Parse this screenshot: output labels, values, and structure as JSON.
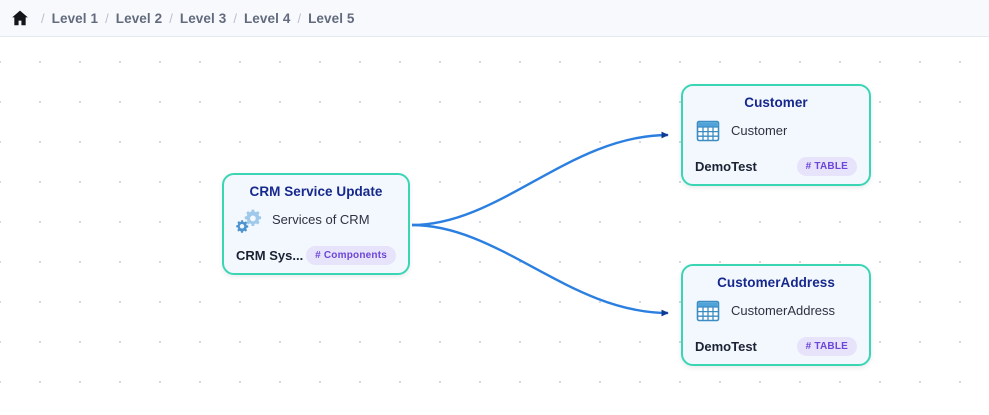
{
  "breadcrumb": {
    "home_icon": "home-icon",
    "separator": "/",
    "items": [
      {
        "label": "Level 1"
      },
      {
        "label": "Level 2"
      },
      {
        "label": "Level 3"
      },
      {
        "label": "Level 4"
      },
      {
        "label": "Level 5"
      }
    ]
  },
  "theme": {
    "node_border": "#3ad6b4",
    "node_fill": "#f3f8fe",
    "title_color": "#16288c",
    "edge_color": "#2b7fe0",
    "arrow_color": "#123a8f",
    "badge_bg": "#e6e3fb",
    "badge_text": "#6d45d9",
    "canvas_bg": "#ffffff",
    "dot_color": "#c8ccd4",
    "header_bg": "#f8f9fc"
  },
  "graph": {
    "nodes": [
      {
        "id": "crm",
        "title": "CRM Service Update",
        "icon": "gears-icon",
        "subtitle": "Services of CRM",
        "owner": "CRM Sys...",
        "badge": "# Components"
      },
      {
        "id": "customer",
        "title": "Customer",
        "icon": "table-icon",
        "subtitle": "Customer",
        "owner": "DemoTest",
        "badge": "# TABLE"
      },
      {
        "id": "customeraddress",
        "title": "CustomerAddress",
        "icon": "table-icon",
        "subtitle": "CustomerAddress",
        "owner": "DemoTest",
        "badge": "# TABLE"
      }
    ],
    "edges": [
      {
        "from": "crm",
        "to": "customer"
      },
      {
        "from": "crm",
        "to": "customeraddress"
      }
    ]
  }
}
